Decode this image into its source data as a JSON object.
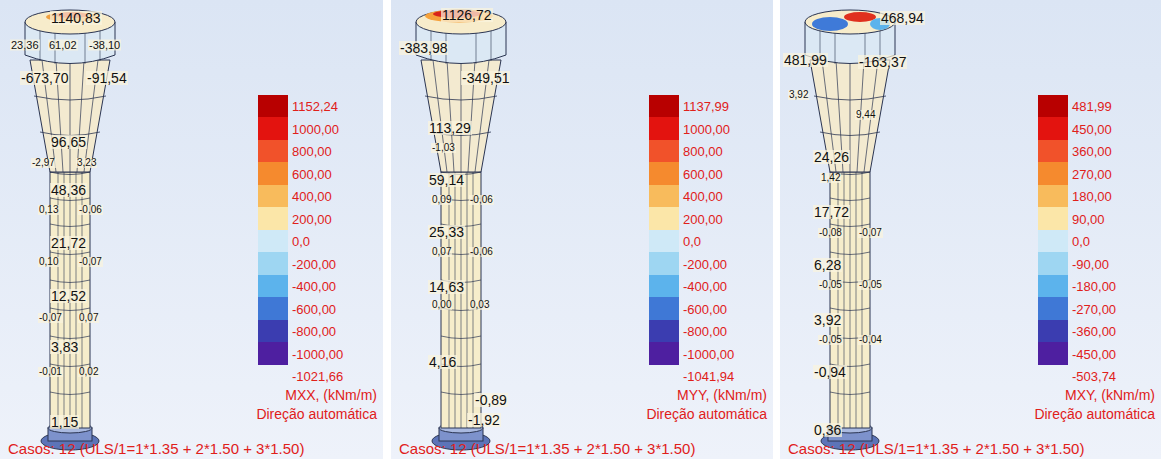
{
  "diagram": {
    "nodes": [
      {
        "text": [
          "MXX, (kNm/m)",
          "Direção automática",
          "Casos: 12 (ULS/1=1*1.35 + 2*1.50 + 3*1.50)"
        ]
      },
      {
        "text": [
          "MYY, (kNm/m)",
          "Direção automática",
          "Casos: 12 (ULS/1=1*1.35 + 2*1.50 + 3*1.50)"
        ]
      },
      {
        "text": [
          "MXY, (kNm/m)",
          "Direção automática",
          "Casos: 12 (ULS/1=1*1.35 + 2*1.50 + 3*1.50)"
        ]
      }
    ],
    "labels": [
      "1140,83",
      "23,36",
      "61,02",
      "-38,10",
      "-673,70",
      "-91,54",
      "96,65",
      "-2,97",
      "3,23",
      "48,36",
      "0,13",
      "-0,06",
      "21,72",
      "0,10",
      "-0,07",
      "12,52",
      "-0,07",
      "0,07",
      "3,83",
      "-0,01",
      "0,02",
      "1,15",
      "-1021,66",
      "1126,72",
      "-383,98",
      "-349,51",
      "113,29",
      "-1,03",
      "59,14",
      "0,09",
      "-0,06",
      "25,33",
      "0,07",
      "-0,06",
      "14,63",
      "0,00",
      "0,03",
      "4,16",
      "-0,89",
      "-1,92",
      "-1041,94",
      "481,99",
      "468,94",
      "-163,37",
      "3,92",
      "9,44",
      "24,26",
      "1,42",
      "17,72",
      "-0,08",
      "-0,07",
      "6,28",
      "-0,05",
      "-0,05",
      "3,92",
      "-0,05",
      "-0,04",
      "-0,94",
      "0,36",
      "-503,74"
    ],
    "legend": [
      {
        "text": "1152,24",
        "color": "#b80000"
      },
      {
        "text": "1000,00",
        "color": "#e3130f"
      },
      {
        "text": "800,00",
        "color": "#f1522a"
      },
      {
        "text": "600,00",
        "color": "#f58a2e"
      },
      {
        "text": "400,00",
        "color": "#f8bb5c"
      },
      {
        "text": "200,00",
        "color": "#fbe6a8"
      },
      {
        "text": "0,0",
        "color": "#cfe9f7"
      },
      {
        "text": "-200,00",
        "color": "#9ed6f2"
      },
      {
        "text": "-400,00",
        "color": "#5cb3ec"
      },
      {
        "text": "-600,00",
        "color": "#3f78d6"
      },
      {
        "text": "-800,00",
        "color": "#3b3db0"
      },
      {
        "text": "-1000,00",
        "color": "#4e1fa0"
      },
      {
        "text": "1137,99",
        "color": "#b80000"
      },
      {
        "text": "1000,00",
        "color": "#e3130f"
      },
      {
        "text": "800,00",
        "color": "#f1522a"
      },
      {
        "text": "600,00",
        "color": "#f58a2e"
      },
      {
        "text": "400,00",
        "color": "#f8bb5c"
      },
      {
        "text": "200,00",
        "color": "#fbe6a8"
      },
      {
        "text": "0,0",
        "color": "#cfe9f7"
      },
      {
        "text": "-200,00",
        "color": "#9ed6f2"
      },
      {
        "text": "-400,00",
        "color": "#5cb3ec"
      },
      {
        "text": "-600,00",
        "color": "#3f78d6"
      },
      {
        "text": "-800,00",
        "color": "#3b3db0"
      },
      {
        "text": "-1000,00",
        "color": "#4e1fa0"
      },
      {
        "text": "481,99",
        "color": "#b80000"
      },
      {
        "text": "450,00",
        "color": "#e3130f"
      },
      {
        "text": "360,00",
        "color": "#f1522a"
      },
      {
        "text": "270,00",
        "color": "#f58a2e"
      },
      {
        "text": "180,00",
        "color": "#f8bb5c"
      },
      {
        "text": "90,00",
        "color": "#fbe6a8"
      },
      {
        "text": "0,0",
        "color": "#cfe9f7"
      },
      {
        "text": "-90,00",
        "color": "#9ed6f2"
      },
      {
        "text": "-180,00",
        "color": "#5cb3ec"
      },
      {
        "text": "-270,00",
        "color": "#3f78d6"
      },
      {
        "text": "-360,00",
        "color": "#3b3db0"
      },
      {
        "text": "-450,00",
        "color": "#4e1fa0"
      }
    ]
  }
}
